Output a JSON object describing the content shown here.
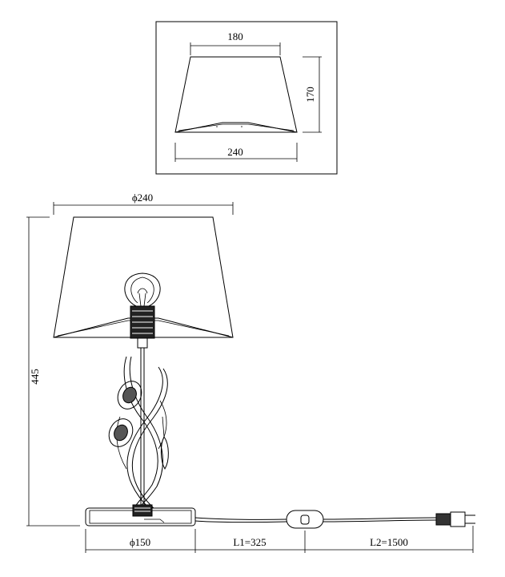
{
  "shade_detail": {
    "top_width": "180",
    "height": "170",
    "bottom_width": "240"
  },
  "lamp": {
    "shade_diameter": "ϕ240",
    "total_height": "445",
    "base_diameter": "ϕ150",
    "cable_l1": "L1=325",
    "cable_l2": "L2=1500"
  }
}
